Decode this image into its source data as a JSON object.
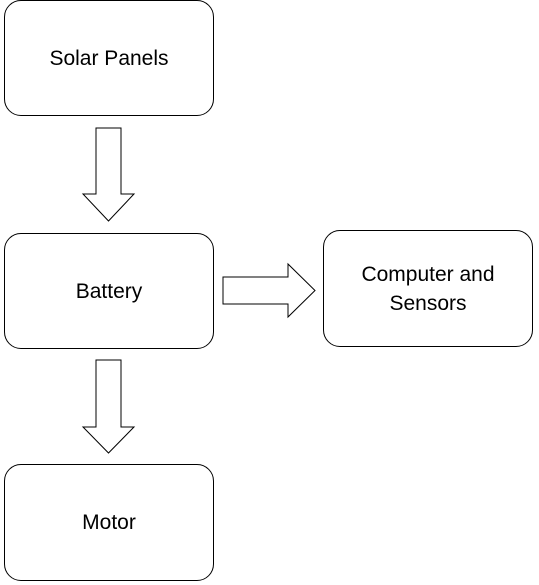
{
  "diagram": {
    "nodes": {
      "solar_panels": "Solar Panels",
      "battery": "Battery",
      "computer_and_sensors": "Computer and Sensors",
      "motor": "Motor"
    },
    "edges": [
      {
        "from": "Solar Panels",
        "to": "Battery"
      },
      {
        "from": "Battery",
        "to": "Computer and Sensors"
      },
      {
        "from": "Battery",
        "to": "Motor"
      }
    ],
    "colors": {
      "stroke": "#000000",
      "fill": "#ffffff",
      "text": "#000000"
    }
  }
}
